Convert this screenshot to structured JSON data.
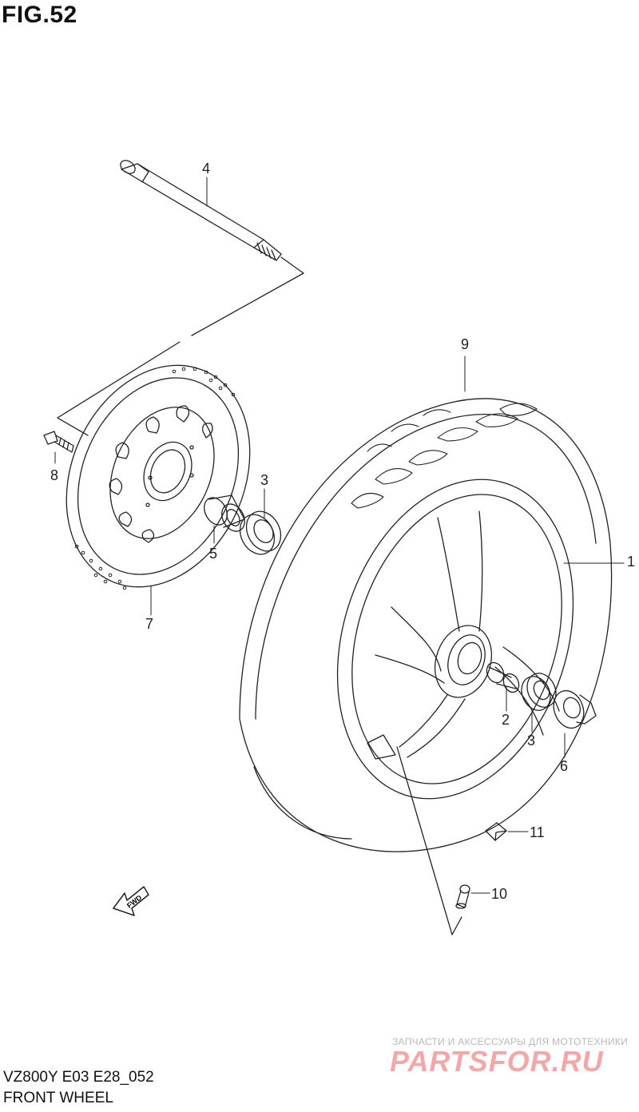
{
  "figure": {
    "title": "FIG.52"
  },
  "callouts": {
    "p1": "1",
    "p2": "2",
    "p3a": "3",
    "p3b": "3",
    "p4": "4",
    "p5": "5",
    "p6": "6",
    "p7": "7",
    "p8": "8",
    "p9": "9",
    "p10": "10",
    "p11": "11"
  },
  "arrow": {
    "label": "FWD"
  },
  "footer": {
    "model_code": "VZ800Y E03 E28_052",
    "name": "FRONT WHEEL"
  },
  "watermark": {
    "tagline": "ЗАПЧАСТИ И АКСЕССУАРЫ ДЛЯ МОТОТЕХНИКИ",
    "logo": "PARTSFOR.RU"
  }
}
